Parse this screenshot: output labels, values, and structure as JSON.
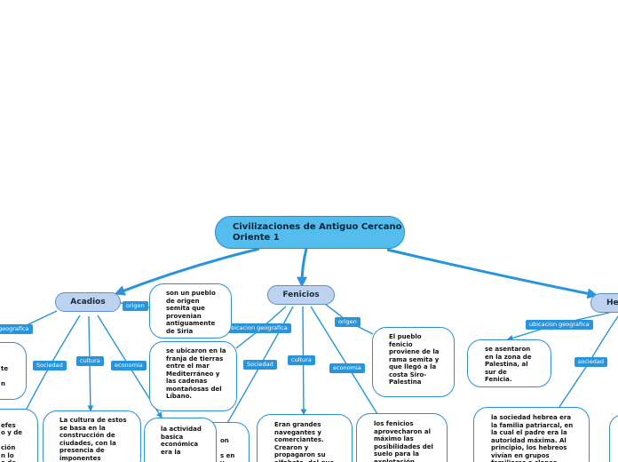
{
  "root": {
    "title": "Civilizaciones de Antiguo Cercano Oriente 1"
  },
  "branches": {
    "acadios": "Acadios",
    "fenicios": "Fenicios",
    "hebreos": "He"
  },
  "tags": {
    "geografica_left": "geografica",
    "acadios_origen": "origen",
    "acadios_sociedad": "Sociedad",
    "acadios_cultura": "cultura",
    "acadios_economia": "economia",
    "fenicios_ubicacion": "ubicacion geografica",
    "fenicios_sociedad": "Sociedad",
    "fenicios_cultura": "cultura",
    "fenicios_economia": "economia",
    "fenicios_origen": "origen",
    "hebreos_ubicacion": "ubicacion geografica",
    "hebreos_sociedad": "sociedad"
  },
  "cards": {
    "acadios_origen": "son un pueblo de origen semita que provenian antiguamente de Siria",
    "acadios_left_fragment": "te\n\nn",
    "acadios_sociedad": "efes\no y de\n\nción\nn lo\no de",
    "acadios_cultura": "La cultura de estos se basa en la construcción de ciudades, con la presencia de imponentes",
    "acadios_economia": "la actividad basica económica era la",
    "fenicios_ubicacion": "se ubicaron en la franja de tierras entre el mar Mediterráneo y las cadenas montañosas del Líbano.",
    "fenicios_sociedad": "on\n\ns en\ny",
    "fenicios_cultura": "Eran grandes navegantes y comerciantes. Crearon y propagaron su alfabeto, del que",
    "fenicios_economia": "los fenicios aprovecharon al máximo las posibilidades del suelo para la explotación",
    "fenicios_origen": "El pueblo fenicio proviene de la rama semita y que llegó a la costa Siro-Palestina",
    "hebreos_ubicacion": "se asentaron en la zona de Palestina, al sur de Fenicia.",
    "hebreos_sociedad": "la sociedad hebrea era la familia patriarcal, en la cual el padre era la autoridad máxima. Al principio, los hebreos vivían en grupos familiares o clanes"
  },
  "colors": {
    "link": "#2794db",
    "root_fill": "#55bdee",
    "branch_fill": "#bcd2ee",
    "tag_fill": "#2794db",
    "card_border": "#2e8fd0"
  }
}
